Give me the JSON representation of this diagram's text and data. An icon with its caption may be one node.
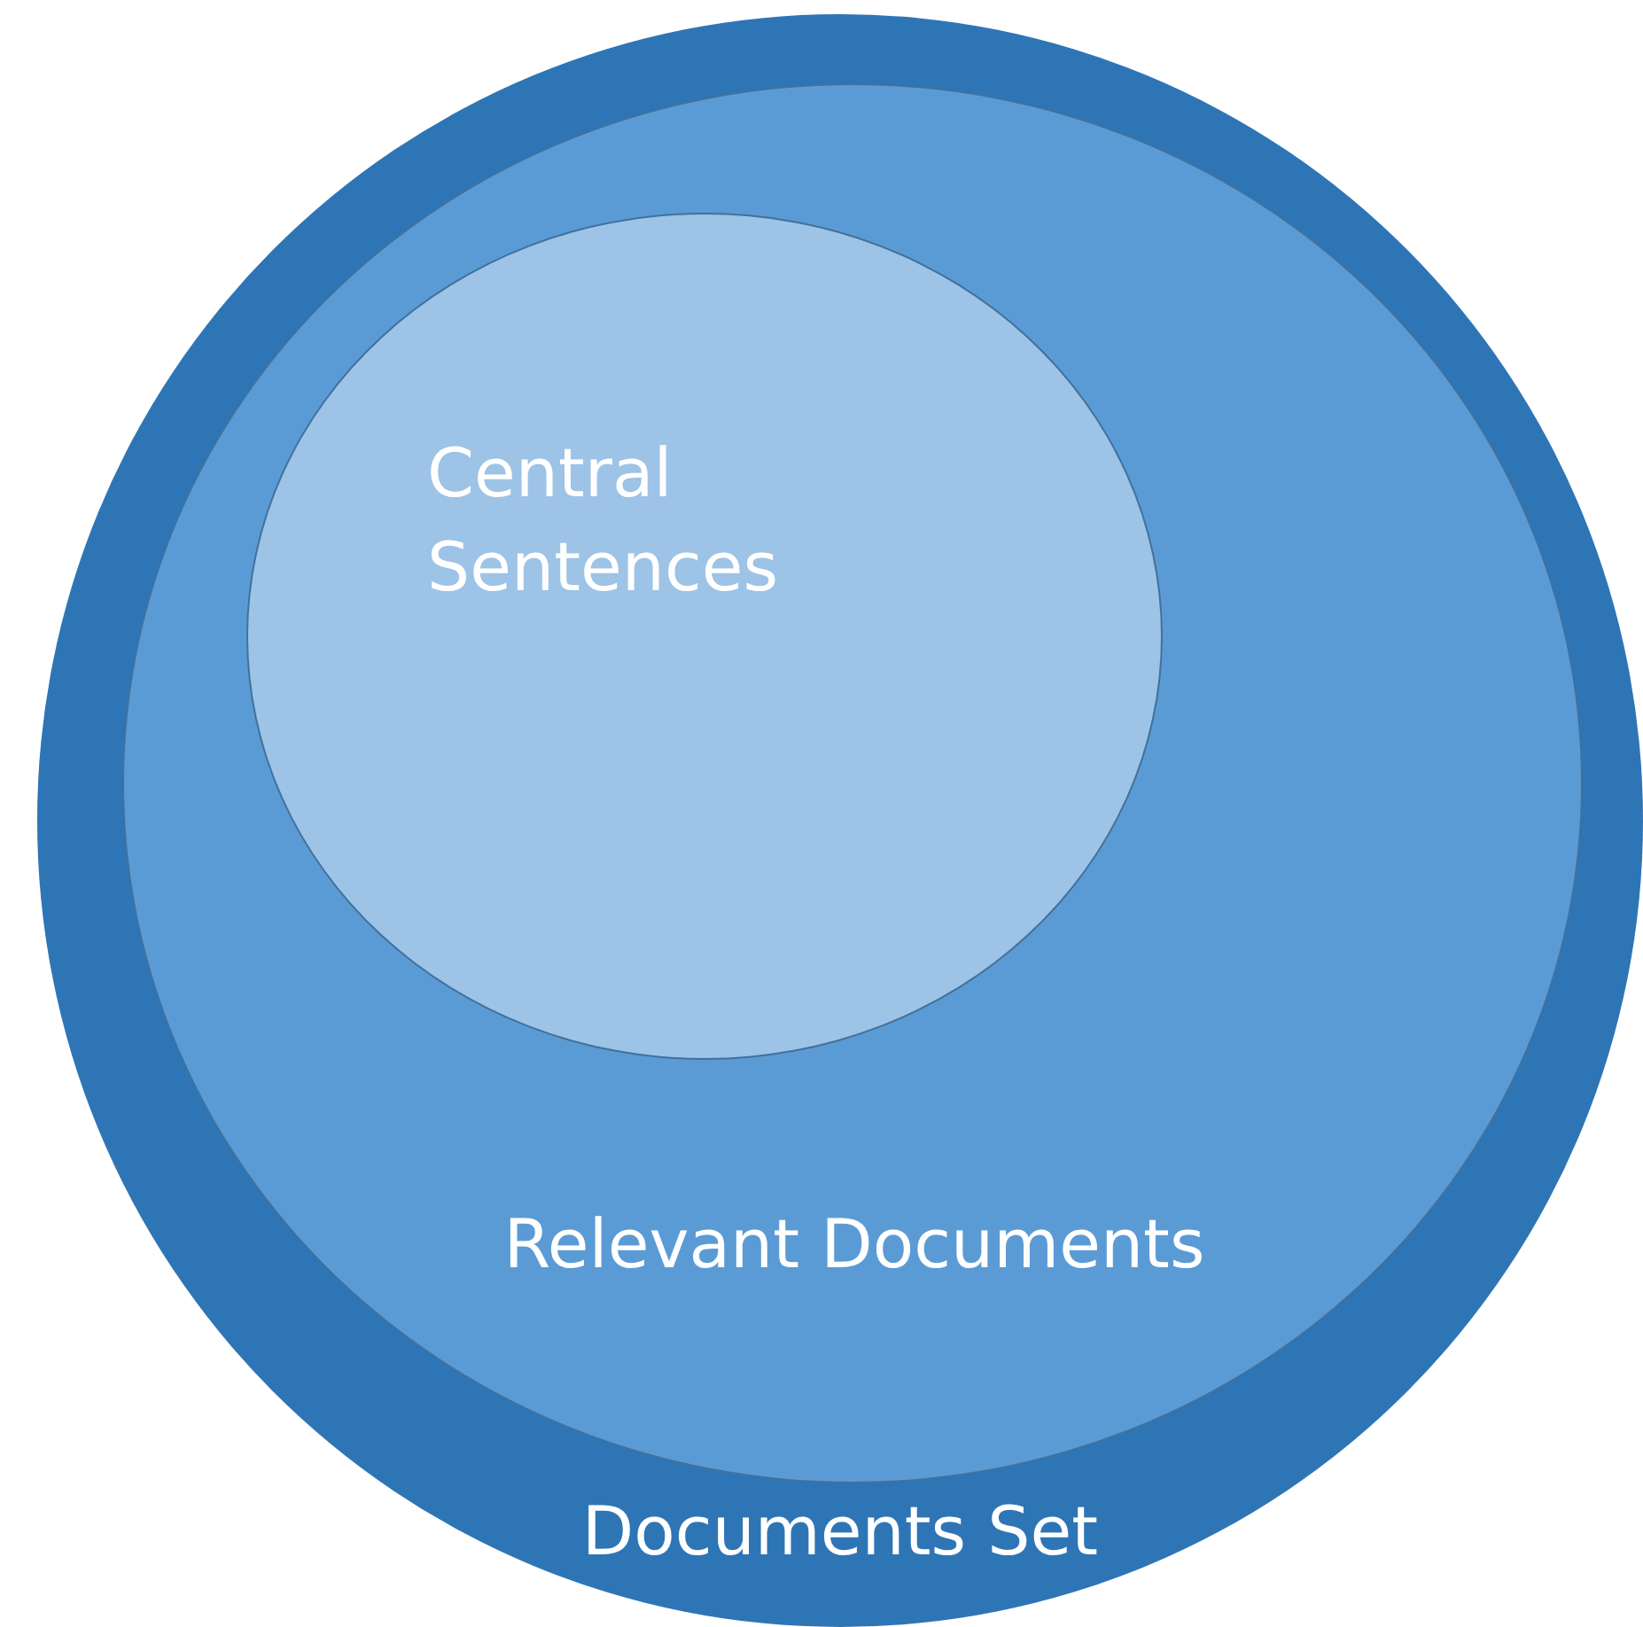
{
  "diagram": {
    "nodes": [
      {
        "text": [
          "Documents Set"
        ]
      },
      {
        "text": [
          "Relevant Documents"
        ],
        "in": 0
      },
      {
        "text": [
          "Central Sentences"
        ],
        "in": 1
      }
    ]
  }
}
